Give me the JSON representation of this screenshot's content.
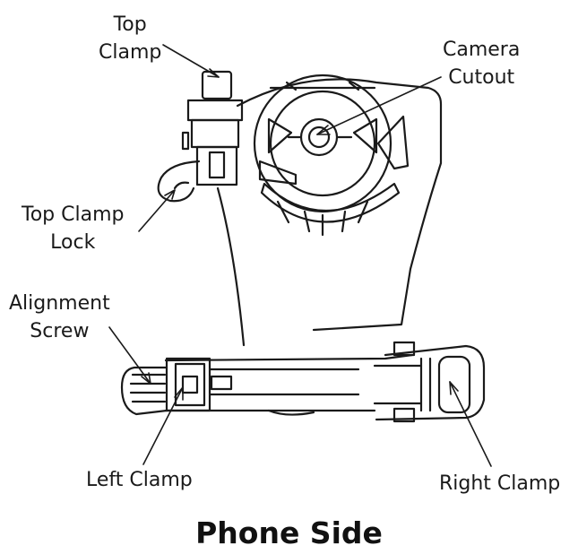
{
  "labels": {
    "top_clamp": [
      "Top",
      "Clamp"
    ],
    "camera_cutout": [
      "Camera",
      "Cutout"
    ],
    "top_clamp_lock": [
      "Top Clamp",
      "Lock"
    ],
    "alignment_screw": [
      "Alignment",
      "Screw"
    ],
    "left_clamp": "Left Clamp",
    "right_clamp": "Right Clamp"
  },
  "title": "Phone Side",
  "colors": {
    "line": "#1a1a1a",
    "fill": "#ffffff"
  }
}
